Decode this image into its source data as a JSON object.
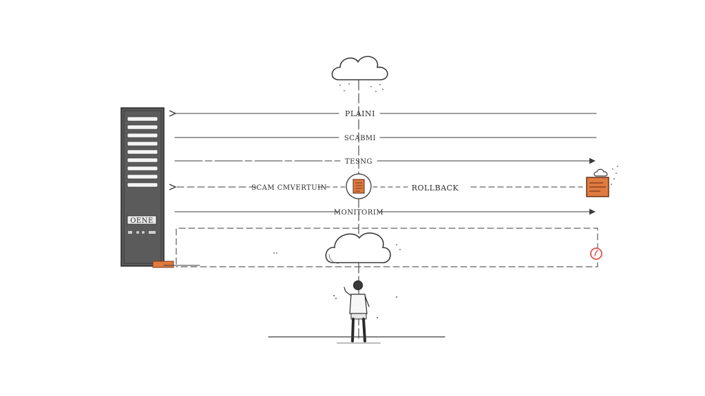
{
  "diagram": {
    "labels": {
      "plan": "PLAINI",
      "scan": "SCABMI",
      "testing": "TESNG",
      "scan_conversion": "SCAM CMVERTUIN",
      "rollback": "ROLLBACK",
      "monitoring": "MONITORIM"
    },
    "server": {
      "panel_text": "OENE"
    }
  },
  "colors": {
    "ink": "#3a3a3a",
    "server_body": "#5b5b5b",
    "accent_orange": "#e07a3f",
    "accent_red": "#d9534f"
  }
}
